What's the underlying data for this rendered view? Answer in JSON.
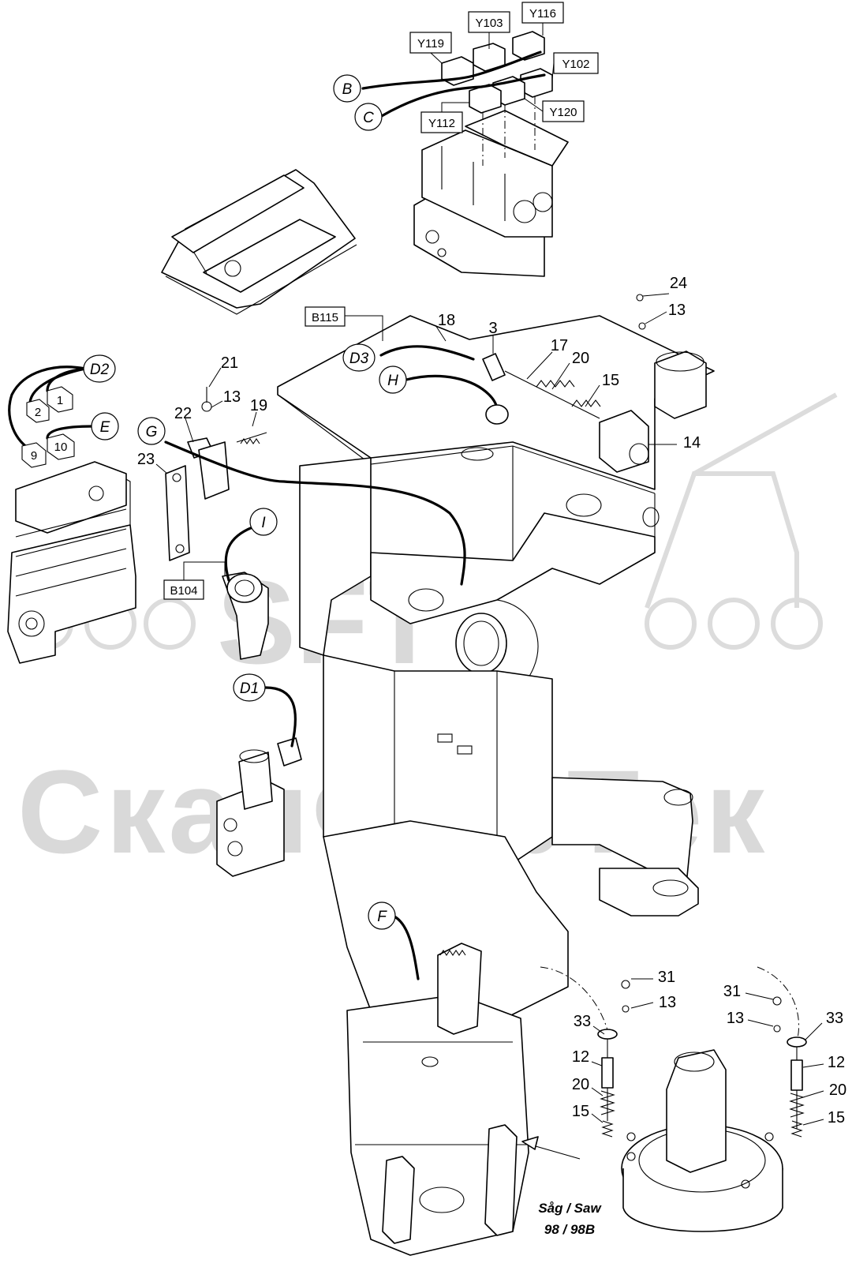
{
  "watermark": {
    "text": "СканФорТек",
    "logo": "SFT",
    "color": "#d9d9d9"
  },
  "component_boxes": [
    "Y116",
    "Y103",
    "Y119",
    "Y102",
    "Y120",
    "Y112",
    "B115",
    "B104"
  ],
  "connector_circles": [
    "B",
    "C",
    "D2",
    "E",
    "G",
    "H",
    "D3",
    "I",
    "D1",
    "F"
  ],
  "part_numbers": {
    "p24": "24",
    "p13a": "13",
    "p18": "18",
    "p3": "3",
    "p17": "17",
    "p20a": "20",
    "p15a": "15",
    "p14": "14",
    "p21": "21",
    "p13b": "13",
    "p19": "19",
    "p22": "22",
    "p23": "23",
    "p31a": "31",
    "p13c": "13",
    "p33a": "33",
    "p12a": "12",
    "p20b": "20",
    "p15b": "15",
    "p31b": "31",
    "p13d": "13",
    "p33b": "33",
    "p12b": "12",
    "p20c": "20",
    "p15c": "15"
  },
  "connector_tags": [
    "1",
    "2",
    "10",
    "9"
  ],
  "caption": {
    "line1": "Såg / Saw",
    "line2": "98 / 98B"
  }
}
